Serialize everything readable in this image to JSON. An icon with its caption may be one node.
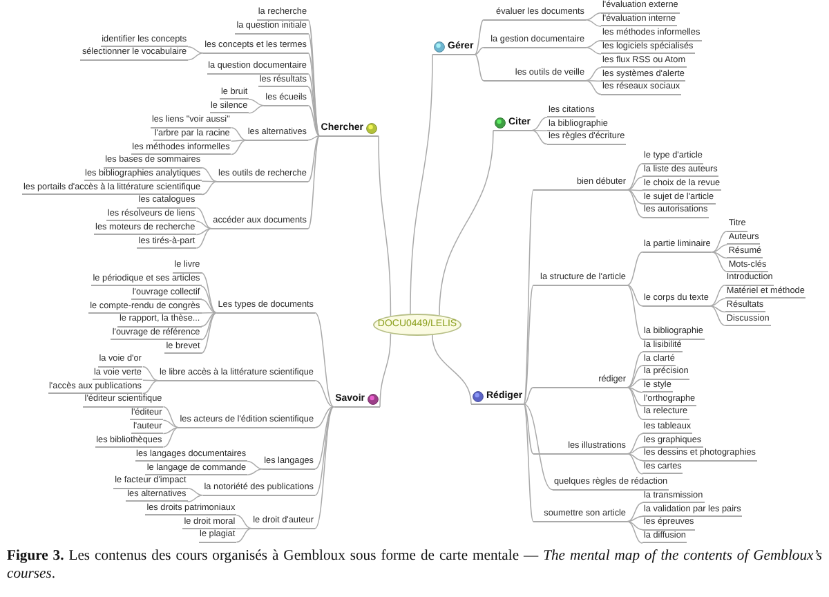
{
  "diagram": {
    "caption": "**Figure 3.** Les contenus des cours organisés à Gembloux sous forme de carte mentale — *The mental map of the contents of Gembloux’s courses*.",
    "nodes": [
      {
        "text": [
          "DOCU0449/LELIS"
        ]
      },
      {
        "text": [
          "Chercher"
        ]
      },
      {
        "text": [
          "la recherche"
        ]
      },
      {
        "text": [
          "la question initiale"
        ]
      },
      {
        "text": [
          "les concepts et les termes"
        ]
      },
      {
        "text": [
          "identifier les concepts"
        ]
      },
      {
        "text": [
          "sélectionner le vocabulaire"
        ]
      },
      {
        "text": [
          "la question documentaire"
        ]
      },
      {
        "text": [
          "les résultats"
        ]
      },
      {
        "text": [
          "les écueils"
        ]
      },
      {
        "text": [
          "le bruit"
        ]
      },
      {
        "text": [
          "le silence"
        ]
      },
      {
        "text": [
          "les alternatives"
        ]
      },
      {
        "text": [
          "les liens \"voir aussi\""
        ]
      },
      {
        "text": [
          "l'arbre par la racine"
        ]
      },
      {
        "text": [
          "les méthodes informelles"
        ]
      },
      {
        "text": [
          "les outils de recherche"
        ]
      },
      {
        "text": [
          "les bases de sommaires"
        ]
      },
      {
        "text": [
          "les bibliographies analytiques"
        ]
      },
      {
        "text": [
          "les portails d'accès à la littérature scientifique"
        ]
      },
      {
        "text": [
          "accéder aux documents"
        ]
      },
      {
        "text": [
          "les catalogues"
        ]
      },
      {
        "text": [
          "les résolveurs de liens"
        ]
      },
      {
        "text": [
          "les moteurs de recherche"
        ]
      },
      {
        "text": [
          "les tirés-à-part"
        ]
      },
      {
        "text": [
          "Savoir"
        ]
      },
      {
        "text": [
          "Les types de documents"
        ]
      },
      {
        "text": [
          "le livre"
        ]
      },
      {
        "text": [
          "le périodique et ses articles"
        ]
      },
      {
        "text": [
          "l'ouvrage collectif"
        ]
      },
      {
        "text": [
          "le compte-rendu de congrès"
        ]
      },
      {
        "text": [
          "le rapport, la thèse..."
        ]
      },
      {
        "text": [
          "l'ouvrage de référence"
        ]
      },
      {
        "text": [
          "le brevet"
        ]
      },
      {
        "text": [
          "le libre accès à la littérature scientifique"
        ]
      },
      {
        "text": [
          "la voie d'or"
        ]
      },
      {
        "text": [
          "la voie verte"
        ]
      },
      {
        "text": [
          "l'accès aux publications"
        ]
      },
      {
        "text": [
          "les acteurs de l'édition scientifique"
        ]
      },
      {
        "text": [
          "l'éditeur scientifique"
        ]
      },
      {
        "text": [
          "l'éditeur"
        ]
      },
      {
        "text": [
          "l'auteur"
        ]
      },
      {
        "text": [
          "les bibliothèques"
        ]
      },
      {
        "text": [
          "les langages"
        ]
      },
      {
        "text": [
          "les langages documentaires"
        ]
      },
      {
        "text": [
          "le langage de commande"
        ]
      },
      {
        "text": [
          "la notoriété des publications"
        ]
      },
      {
        "text": [
          "le facteur d'impact"
        ]
      },
      {
        "text": [
          "les alternatives"
        ]
      },
      {
        "text": [
          "le droit d'auteur"
        ]
      },
      {
        "text": [
          "les droits patrimoniaux"
        ]
      },
      {
        "text": [
          "le droit moral"
        ]
      },
      {
        "text": [
          "le plagiat"
        ]
      },
      {
        "text": [
          "Gérer"
        ]
      },
      {
        "text": [
          "évaluer les documents"
        ]
      },
      {
        "text": [
          "l'évaluation externe"
        ]
      },
      {
        "text": [
          "l'évaluation interne"
        ]
      },
      {
        "text": [
          "la gestion documentaire"
        ]
      },
      {
        "text": [
          "les méthodes informelles"
        ]
      },
      {
        "text": [
          "les logiciels spécialisés"
        ]
      },
      {
        "text": [
          "les outils de veille"
        ]
      },
      {
        "text": [
          "les flux RSS ou Atom"
        ]
      },
      {
        "text": [
          "les systèmes d'alerte"
        ]
      },
      {
        "text": [
          "les réseaux sociaux"
        ]
      },
      {
        "text": [
          "Citer"
        ]
      },
      {
        "text": [
          "les citations"
        ]
      },
      {
        "text": [
          "la bibliographie"
        ]
      },
      {
        "text": [
          "les règles d'écriture"
        ]
      },
      {
        "text": [
          "Rédiger"
        ]
      },
      {
        "text": [
          "bien débuter"
        ]
      },
      {
        "text": [
          "le type d'article"
        ]
      },
      {
        "text": [
          "la liste des auteurs"
        ]
      },
      {
        "text": [
          "le choix de la revue"
        ]
      },
      {
        "text": [
          "le sujet de l'article"
        ]
      },
      {
        "text": [
          "les autorisations"
        ]
      },
      {
        "text": [
          "la structure de l'article"
        ]
      },
      {
        "text": [
          "la partie liminaire"
        ]
      },
      {
        "text": [
          "Titre"
        ]
      },
      {
        "text": [
          "Auteurs"
        ]
      },
      {
        "text": [
          "Résumé"
        ]
      },
      {
        "text": [
          "Mots-clés"
        ]
      },
      {
        "text": [
          "le corps du texte"
        ]
      },
      {
        "text": [
          "Introduction"
        ]
      },
      {
        "text": [
          "Matériel et méthode"
        ]
      },
      {
        "text": [
          "Résultats"
        ]
      },
      {
        "text": [
          "Discussion"
        ]
      },
      {
        "text": [
          "la bibliographie"
        ]
      },
      {
        "text": [
          "rédiger"
        ]
      },
      {
        "text": [
          "la lisibilité"
        ]
      },
      {
        "text": [
          "la clarté"
        ]
      },
      {
        "text": [
          "la précision"
        ]
      },
      {
        "text": [
          "le style"
        ]
      },
      {
        "text": [
          "l'orthographe"
        ]
      },
      {
        "text": [
          "la relecture"
        ]
      },
      {
        "text": [
          "les illustrations"
        ]
      },
      {
        "text": [
          "les tableaux"
        ]
      },
      {
        "text": [
          "les graphiques"
        ]
      },
      {
        "text": [
          "les dessins et photographies"
        ]
      },
      {
        "text": [
          "les cartes"
        ]
      },
      {
        "text": [
          "quelques règles de rédaction"
        ]
      },
      {
        "text": [
          "soumettre son article"
        ]
      },
      {
        "text": [
          "la transmission"
        ]
      },
      {
        "text": [
          "la validation par les pairs"
        ]
      },
      {
        "text": [
          "les épreuves"
        ]
      },
      {
        "text": [
          "la diffusion"
        ]
      }
    ],
    "edges": [
      {
        "from": 0,
        "to": 1,
        "arrow": "none"
      },
      {
        "from": 1,
        "to": 2,
        "arrow": "none"
      },
      {
        "from": 1,
        "to": 3,
        "arrow": "none"
      },
      {
        "from": 1,
        "to": 4,
        "arrow": "none"
      },
      {
        "from": 4,
        "to": 5,
        "arrow": "none"
      },
      {
        "from": 4,
        "to": 6,
        "arrow": "none"
      },
      {
        "from": 1,
        "to": 7,
        "arrow": "none"
      },
      {
        "from": 1,
        "to": 8,
        "arrow": "none"
      },
      {
        "from": 1,
        "to": 9,
        "arrow": "none"
      },
      {
        "from": 9,
        "to": 10,
        "arrow": "none"
      },
      {
        "from": 9,
        "to": 11,
        "arrow": "none"
      },
      {
        "from": 1,
        "to": 12,
        "arrow": "none"
      },
      {
        "from": 12,
        "to": 13,
        "arrow": "none"
      },
      {
        "from": 12,
        "to": 14,
        "arrow": "none"
      },
      {
        "from": 12,
        "to": 15,
        "arrow": "none"
      },
      {
        "from": 1,
        "to": 16,
        "arrow": "none"
      },
      {
        "from": 16,
        "to": 17,
        "arrow": "none"
      },
      {
        "from": 16,
        "to": 18,
        "arrow": "none"
      },
      {
        "from": 16,
        "to": 19,
        "arrow": "none"
      },
      {
        "from": 1,
        "to": 20,
        "arrow": "none"
      },
      {
        "from": 20,
        "to": 21,
        "arrow": "none"
      },
      {
        "from": 20,
        "to": 22,
        "arrow": "none"
      },
      {
        "from": 20,
        "to": 23,
        "arrow": "none"
      },
      {
        "from": 20,
        "to": 24,
        "arrow": "none"
      },
      {
        "from": 0,
        "to": 25,
        "arrow": "none"
      },
      {
        "from": 25,
        "to": 26,
        "arrow": "none"
      },
      {
        "from": 26,
        "to": 27,
        "arrow": "none"
      },
      {
        "from": 26,
        "to": 28,
        "arrow": "none"
      },
      {
        "from": 26,
        "to": 29,
        "arrow": "none"
      },
      {
        "from": 26,
        "to": 30,
        "arrow": "none"
      },
      {
        "from": 26,
        "to": 31,
        "arrow": "none"
      },
      {
        "from": 26,
        "to": 32,
        "arrow": "none"
      },
      {
        "from": 26,
        "to": 33,
        "arrow": "none"
      },
      {
        "from": 25,
        "to": 34,
        "arrow": "none"
      },
      {
        "from": 34,
        "to": 35,
        "arrow": "none"
      },
      {
        "from": 34,
        "to": 36,
        "arrow": "none"
      },
      {
        "from": 34,
        "to": 37,
        "arrow": "none"
      },
      {
        "from": 25,
        "to": 38,
        "arrow": "none"
      },
      {
        "from": 38,
        "to": 39,
        "arrow": "none"
      },
      {
        "from": 38,
        "to": 40,
        "arrow": "none"
      },
      {
        "from": 38,
        "to": 41,
        "arrow": "none"
      },
      {
        "from": 38,
        "to": 42,
        "arrow": "none"
      },
      {
        "from": 25,
        "to": 43,
        "arrow": "none"
      },
      {
        "from": 43,
        "to": 44,
        "arrow": "none"
      },
      {
        "from": 43,
        "to": 45,
        "arrow": "none"
      },
      {
        "from": 25,
        "to": 46,
        "arrow": "none"
      },
      {
        "from": 46,
        "to": 47,
        "arrow": "none"
      },
      {
        "from": 46,
        "to": 48,
        "arrow": "none"
      },
      {
        "from": 25,
        "to": 49,
        "arrow": "none"
      },
      {
        "from": 49,
        "to": 50,
        "arrow": "none"
      },
      {
        "from": 49,
        "to": 51,
        "arrow": "none"
      },
      {
        "from": 49,
        "to": 52,
        "arrow": "none"
      },
      {
        "from": 0,
        "to": 53,
        "arrow": "none"
      },
      {
        "from": 53,
        "to": 54,
        "arrow": "none"
      },
      {
        "from": 54,
        "to": 55,
        "arrow": "none"
      },
      {
        "from": 54,
        "to": 56,
        "arrow": "none"
      },
      {
        "from": 53,
        "to": 57,
        "arrow": "none"
      },
      {
        "from": 57,
        "to": 58,
        "arrow": "none"
      },
      {
        "from": 57,
        "to": 59,
        "arrow": "none"
      },
      {
        "from": 53,
        "to": 60,
        "arrow": "none"
      },
      {
        "from": 60,
        "to": 61,
        "arrow": "none"
      },
      {
        "from": 60,
        "to": 62,
        "arrow": "none"
      },
      {
        "from": 60,
        "to": 63,
        "arrow": "none"
      },
      {
        "from": 0,
        "to": 64,
        "arrow": "none"
      },
      {
        "from": 64,
        "to": 65,
        "arrow": "none"
      },
      {
        "from": 64,
        "to": 66,
        "arrow": "none"
      },
      {
        "from": 64,
        "to": 67,
        "arrow": "none"
      },
      {
        "from": 0,
        "to": 68,
        "arrow": "none"
      },
      {
        "from": 68,
        "to": 69,
        "arrow": "none"
      },
      {
        "from": 69,
        "to": 70,
        "arrow": "none"
      },
      {
        "from": 69,
        "to": 71,
        "arrow": "none"
      },
      {
        "from": 69,
        "to": 72,
        "arrow": "none"
      },
      {
        "from": 69,
        "to": 73,
        "arrow": "none"
      },
      {
        "from": 69,
        "to": 74,
        "arrow": "none"
      },
      {
        "from": 68,
        "to": 75,
        "arrow": "none"
      },
      {
        "from": 75,
        "to": 76,
        "arrow": "none"
      },
      {
        "from": 76,
        "to": 77,
        "arrow": "none"
      },
      {
        "from": 76,
        "to": 78,
        "arrow": "none"
      },
      {
        "from": 76,
        "to": 79,
        "arrow": "none"
      },
      {
        "from": 76,
        "to": 80,
        "arrow": "none"
      },
      {
        "from": 75,
        "to": 81,
        "arrow": "none"
      },
      {
        "from": 81,
        "to": 82,
        "arrow": "none"
      },
      {
        "from": 81,
        "to": 83,
        "arrow": "none"
      },
      {
        "from": 81,
        "to": 84,
        "arrow": "none"
      },
      {
        "from": 81,
        "to": 85,
        "arrow": "none"
      },
      {
        "from": 75,
        "to": 86,
        "arrow": "none"
      },
      {
        "from": 68,
        "to": 87,
        "arrow": "none"
      },
      {
        "from": 87,
        "to": 88,
        "arrow": "none"
      },
      {
        "from": 87,
        "to": 89,
        "arrow": "none"
      },
      {
        "from": 87,
        "to": 90,
        "arrow": "none"
      },
      {
        "from": 87,
        "to": 91,
        "arrow": "none"
      },
      {
        "from": 87,
        "to": 92,
        "arrow": "none"
      },
      {
        "from": 87,
        "to": 93,
        "arrow": "none"
      },
      {
        "from": 68,
        "to": 94,
        "arrow": "none"
      },
      {
        "from": 94,
        "to": 95,
        "arrow": "none"
      },
      {
        "from": 94,
        "to": 96,
        "arrow": "none"
      },
      {
        "from": 94,
        "to": 97,
        "arrow": "none"
      },
      {
        "from": 94,
        "to": 98,
        "arrow": "none"
      },
      {
        "from": 68,
        "to": 99,
        "arrow": "none"
      },
      {
        "from": 68,
        "to": 100,
        "arrow": "none"
      },
      {
        "from": 100,
        "to": 101,
        "arrow": "none"
      },
      {
        "from": 100,
        "to": 102,
        "arrow": "none"
      },
      {
        "from": 100,
        "to": 103,
        "arrow": "none"
      },
      {
        "from": 100,
        "to": 104,
        "arrow": "none"
      }
    ]
  }
}
